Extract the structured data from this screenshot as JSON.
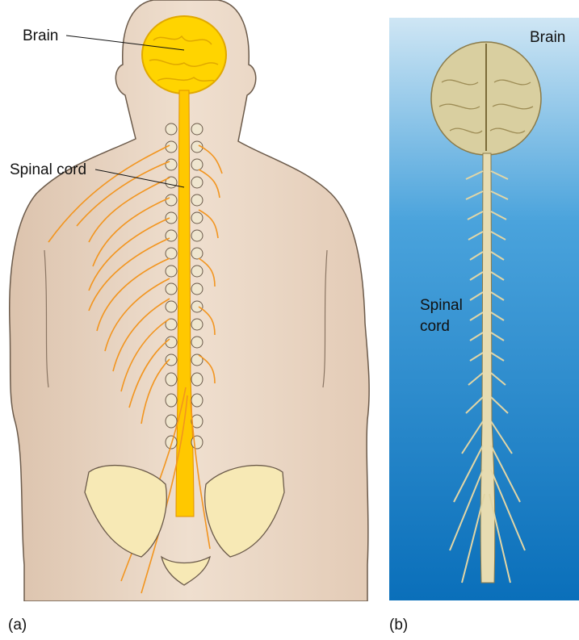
{
  "panel_a": {
    "caption": "(a)",
    "labels": {
      "brain": "Brain",
      "spinal_cord": "Spinal cord"
    }
  },
  "panel_b": {
    "caption": "(b)",
    "labels": {
      "brain": "Brain",
      "spinal_cord_line1": "Spinal",
      "spinal_cord_line2": "cord"
    }
  },
  "colors": {
    "skin": "#ecd8c5",
    "skin_outline": "#6b5a4a",
    "brain": "#ffd400",
    "cord": "#ffc800",
    "nerve": "#f2951f",
    "bone": "#f7e9b5",
    "photo_bg_top": "#cfe6f4",
    "photo_bg_bottom": "#0a6fba"
  }
}
